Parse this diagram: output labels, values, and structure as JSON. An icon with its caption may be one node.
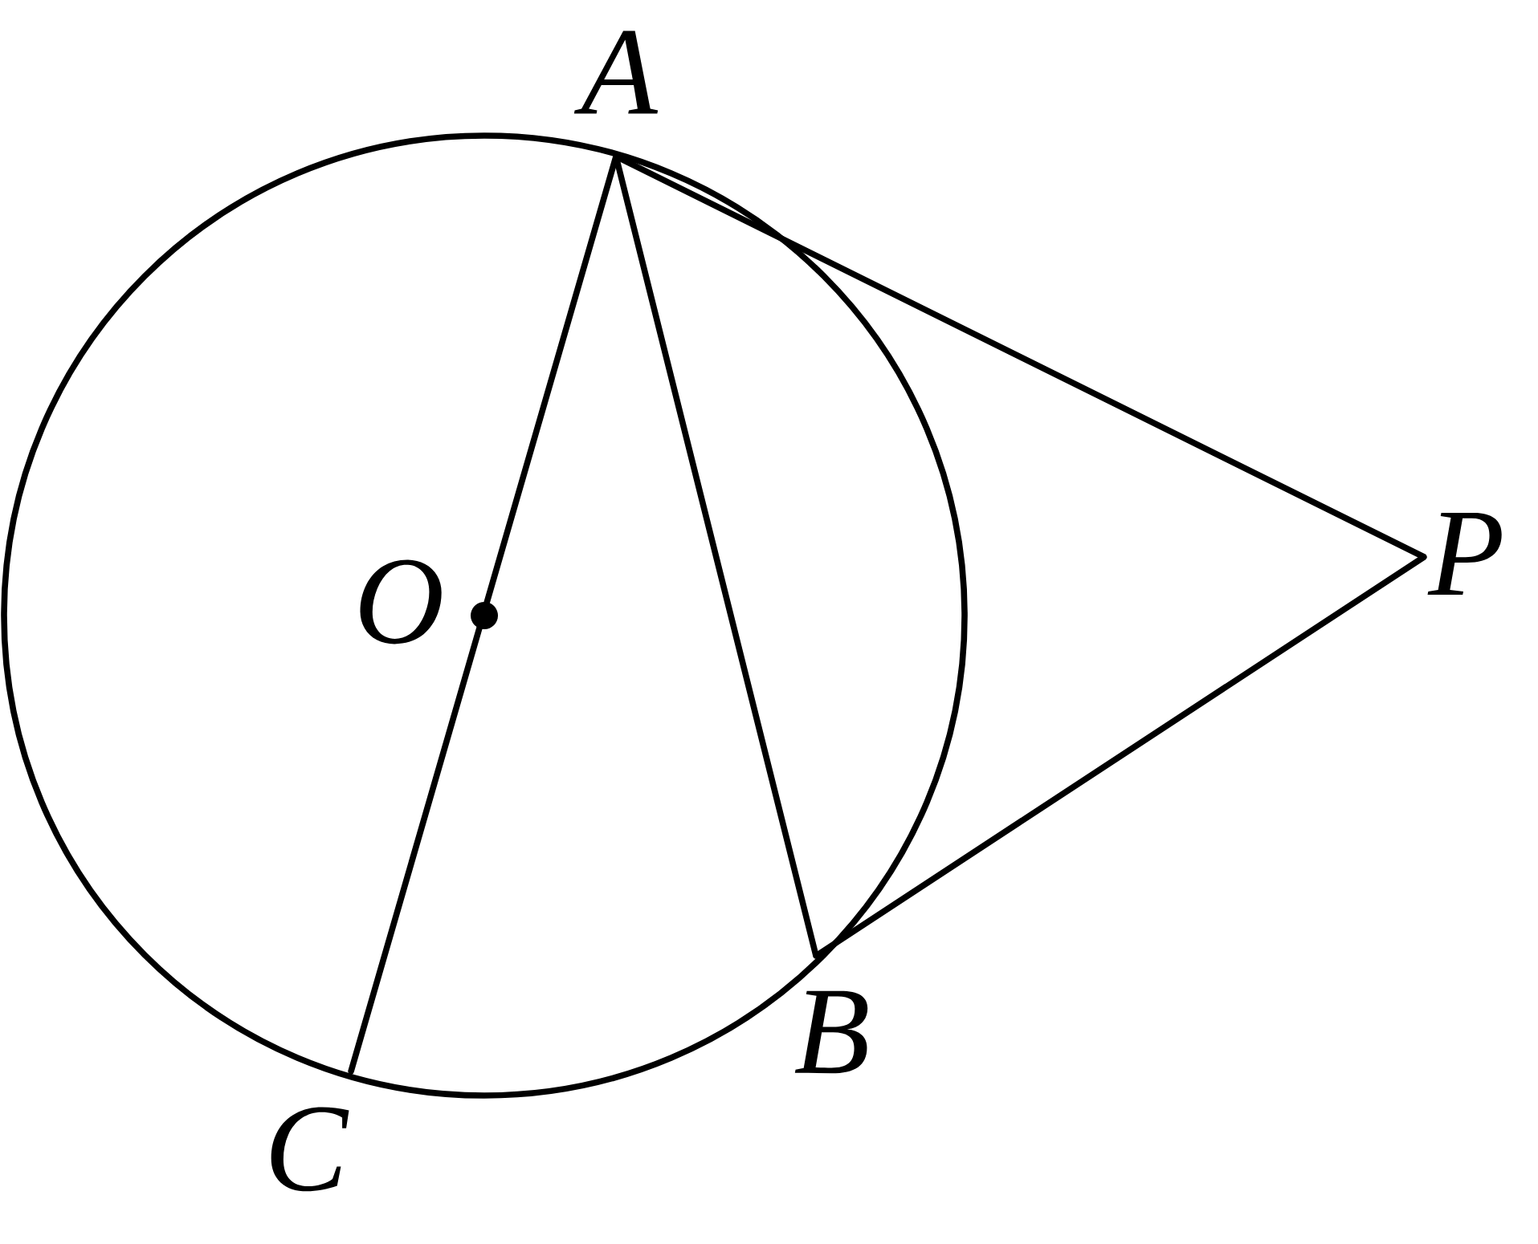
{
  "diagram": {
    "nodes": [
      {
        "text": [
          "A"
        ]
      },
      {
        "text": [
          "O"
        ]
      },
      {
        "text": [
          "P"
        ]
      },
      {
        "text": [
          "B"
        ]
      },
      {
        "text": [
          "C"
        ]
      }
    ],
    "edges": [
      {
        "from": 0,
        "to": 2,
        "arrow": "none"
      },
      {
        "from": 2,
        "to": 3,
        "arrow": "none"
      },
      {
        "from": 0,
        "to": 3,
        "arrow": "none"
      },
      {
        "from": 0,
        "to": 4,
        "arrow": "none"
      }
    ]
  }
}
